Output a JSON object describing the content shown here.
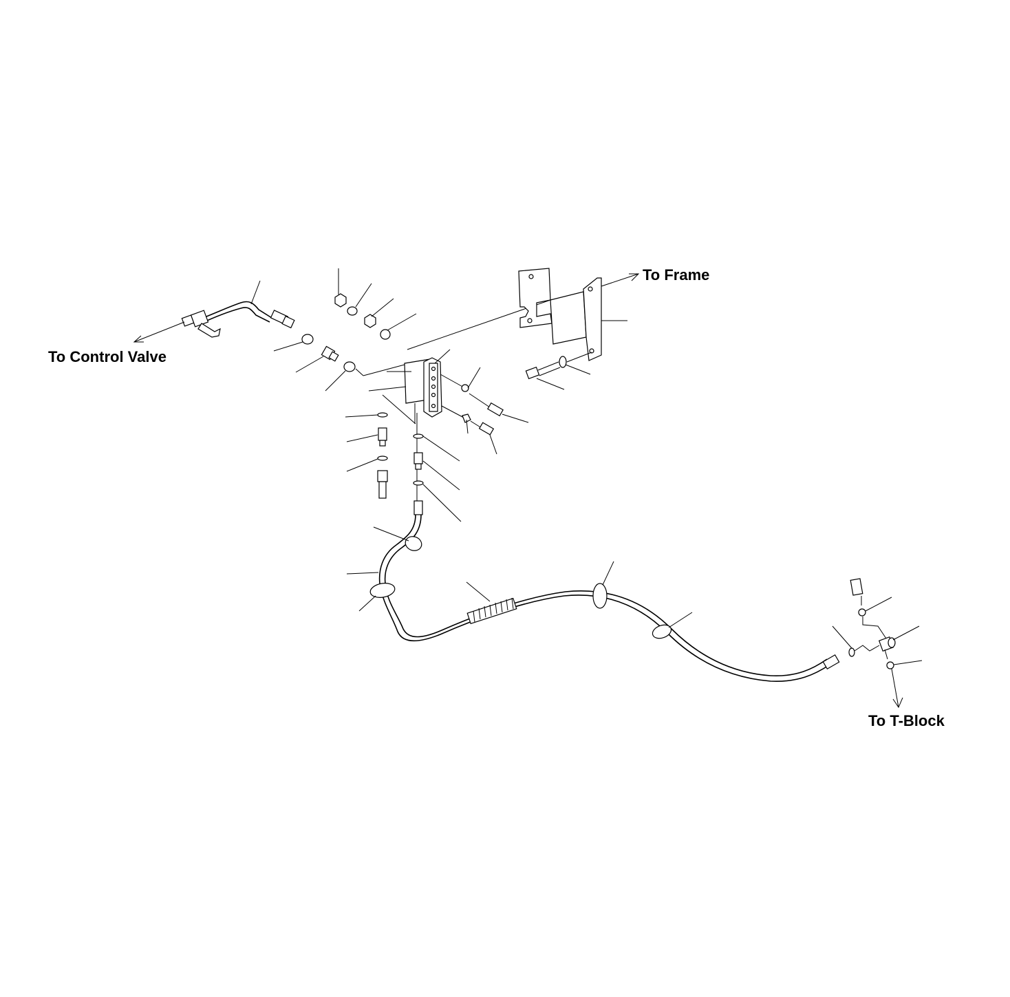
{
  "labels": {
    "to_control_valve": "To Control Valve",
    "to_frame": "To Frame",
    "to_t_block": "To T-Block"
  },
  "colors": {
    "background": "#ffffff",
    "line": "#000000"
  }
}
